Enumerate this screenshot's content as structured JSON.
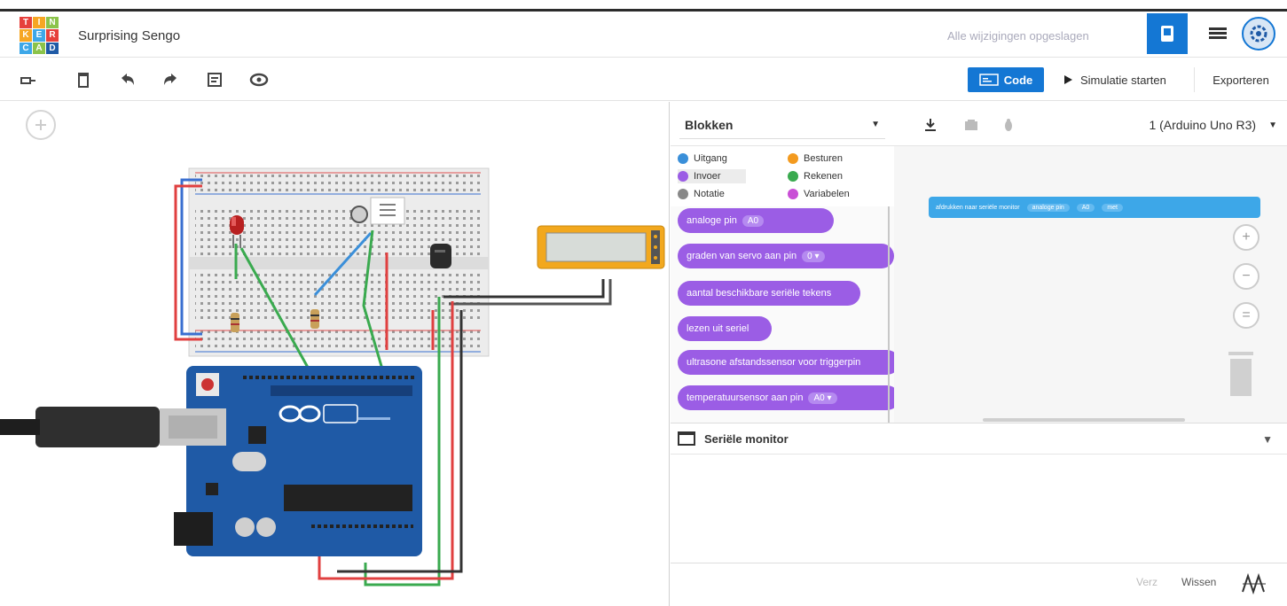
{
  "app": {
    "title": "Surprising Sengo",
    "saved_status": "Alle wijzigingen opgeslagen",
    "logo_letters": [
      "T",
      "I",
      "N",
      "K",
      "E",
      "R",
      "C",
      "A",
      "D"
    ]
  },
  "header": {
    "icons": [
      "circuit-view-icon",
      "list-view-icon",
      "user-avatar-icon"
    ]
  },
  "toolbar": {
    "tools": [
      "rotate-icon",
      "delete-icon",
      "undo-icon",
      "redo-icon",
      "notes-icon",
      "visibility-icon"
    ],
    "code_label": "Code",
    "simulate_label": "Simulatie starten",
    "export_label": "Exporteren"
  },
  "code_panel": {
    "mode_select": "Blokken",
    "board_select": "1 (Arduino Uno R3)",
    "categories": [
      {
        "label": "Uitgang",
        "color": "#3a8fd9"
      },
      {
        "label": "Besturen",
        "color": "#f39a1f"
      },
      {
        "label": "Invoer",
        "color": "#9b5de5"
      },
      {
        "label": "Rekenen",
        "color": "#3aaa4f"
      },
      {
        "label": "Notatie",
        "color": "#888888"
      },
      {
        "label": "Variabelen",
        "color": "#c94fd6"
      }
    ],
    "blocks": [
      {
        "text": "analoge pin",
        "param": "A0"
      },
      {
        "text": "graden van servo aan pin",
        "param": "0 ▾"
      },
      {
        "text": "aantal beschikbare seriële tekens"
      },
      {
        "text": "lezen uit seriel"
      },
      {
        "text": "ultrasone afstandssensor voor triggerpin"
      },
      {
        "text": "temperatuursensor aan pin",
        "param": "A0 ▾"
      }
    ],
    "workspace_block": {
      "text": "afdrukken naar seriële monitor",
      "param1": "analoge pin",
      "param2": "A0",
      "param3": "met"
    }
  },
  "serial": {
    "title": "Seriële monitor",
    "input_placeholder": "",
    "send_label": "Verz",
    "clear_label": "Wissen"
  },
  "colors": {
    "accent": "#1477d4",
    "input_block": "#9b5de5",
    "output_block": "#3da7e8",
    "arduino": "#1f5aa6",
    "breadboard": "#e9e9e9"
  }
}
